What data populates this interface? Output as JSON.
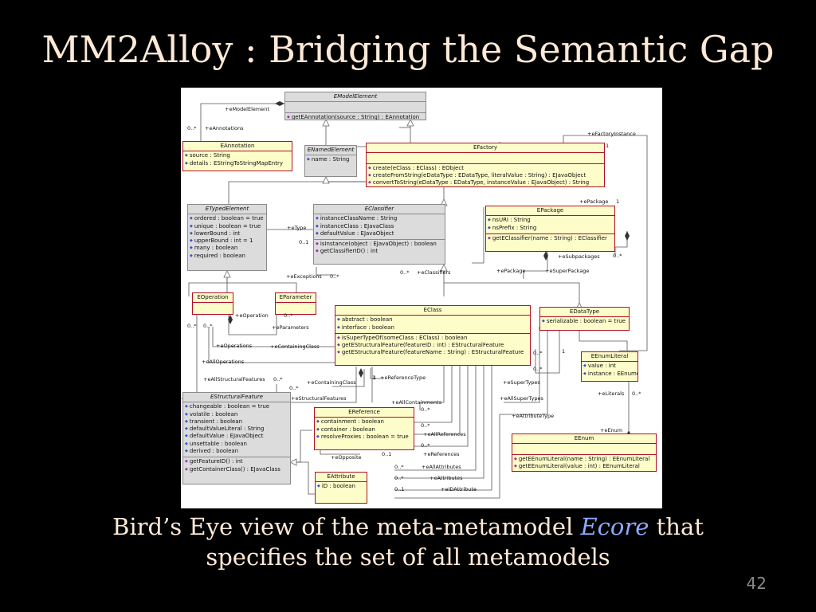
{
  "slide": {
    "title": "MM2Alloy : Bridging the Semantic Gap",
    "caption_before": "Bird’s Eye view of the meta-metamodel ",
    "caption_em": "Ecore",
    "caption_after": " that",
    "caption_line2": "specifies the set of  all metamodels",
    "page_number": "42"
  },
  "classes": {
    "emodelelement": {
      "name": "EModelElement",
      "attributes": [],
      "operations": [
        "getEAnnotation(source : String) : EAnnotation"
      ]
    },
    "eannotation": {
      "name": "EAnnotation",
      "attributes": [
        "source : String",
        "details : EStringToStringMapEntry"
      ],
      "operations": []
    },
    "enamedelement": {
      "name": "ENamedElement",
      "attributes": [
        "name : String"
      ],
      "operations": []
    },
    "efactory": {
      "name": "EFactory",
      "attributes": [],
      "operations": [
        "create(eClass : EClass) : EObject",
        "createFromString(eDataType : EDataType, literalValue : String) : EJavaObject",
        "convertToString(eDataType : EDataType, instanceValue : EJavaObject) : String"
      ]
    },
    "etypedelement": {
      "name": "ETypedElement",
      "attributes": [
        "ordered : boolean = true",
        "unique : boolean = true",
        "lowerBound : int",
        "upperBound : int = 1",
        "many : boolean",
        "required : boolean"
      ],
      "operations": []
    },
    "eclassifier": {
      "name": "EClassifier",
      "attributes": [
        "instanceClassName : String",
        "instanceClass : EJavaClass",
        "defaultValue : EJavaObject"
      ],
      "operations": [
        "isInstance(object : EJavaObject) : boolean",
        "getClassifierID() : int"
      ]
    },
    "epackage": {
      "name": "EPackage",
      "attributes": [
        "nsURI : String",
        "nsPrefix : String"
      ],
      "operations": [
        "getEClassifier(name : String) : EClassifier"
      ]
    },
    "eoperation": {
      "name": "EOperation",
      "attributes": [],
      "operations": []
    },
    "eparameter": {
      "name": "EParameter",
      "attributes": [],
      "operations": []
    },
    "eclass": {
      "name": "EClass",
      "attributes": [
        "abstract : boolean",
        "interface : boolean"
      ],
      "operations": [
        "isSuperTypeOf(someClass : EClass) : boolean",
        "getEStructuralFeature(featureID : int) : EStructuralFeature",
        "getEStructuralFeature(featureName : String) : EStructuralFeature"
      ]
    },
    "edatatype": {
      "name": "EDataType",
      "attributes": [
        "serializable : boolean = true"
      ],
      "operations": []
    },
    "eenumliteral": {
      "name": "EEnumLiteral",
      "attributes": [
        "value : int",
        "instance : EEnumerator"
      ],
      "operations": []
    },
    "estructuralfeature": {
      "name": "EStructuralFeature",
      "attributes": [
        "changeable : boolean = true",
        "volatile : boolean",
        "transient : boolean",
        "defaultValueLiteral : String",
        "defaultValue : EJavaObject",
        "unsettable : boolean",
        "derived : boolean"
      ],
      "operations": [
        "getFeatureID() : int",
        "getContainerClass() : EJavaClass"
      ]
    },
    "ereference": {
      "name": "EReference",
      "attributes": [
        "containment : boolean",
        "container : boolean",
        "resolveProxies : boolean = true"
      ],
      "operations": []
    },
    "eenum": {
      "name": "EEnum",
      "attributes": [],
      "operations": [
        "getEEnumLiteral(name : String) : EEnumLiteral",
        "getEEnumLiteral(value : int) : EEnumLiteral"
      ]
    },
    "eattribute": {
      "name": "EAttribute",
      "attributes": [
        "iD : boolean"
      ],
      "operations": []
    }
  },
  "labels": [
    "+eModelElement",
    "0..*",
    "+eAnnotations",
    "+eFactoryInstance",
    "1",
    "1",
    "+ePackage",
    "+eType",
    "0..1",
    "0..*",
    "+eSubpackages",
    "+eExceptions",
    "0..*",
    "0..*",
    "+eClassifiers",
    "+ePackage",
    "+eSuperPackage",
    "+eOperation",
    "0..*",
    "+eParameters",
    "0..*",
    "0..*",
    "+eOperations",
    "+eContainingClass",
    "+eAllOperations",
    "0..*",
    "0..*",
    "1",
    "+eAllStructuralFeatures",
    "0..*",
    "0..*",
    "+eContainingClass",
    "+eStructuralFeatures",
    "1",
    "+eReferenceType",
    "+eSuperTypes",
    "+eAllSuperTypes",
    "+eAllContainments",
    "0..*",
    "0..*",
    "+eAllReferences",
    "0..*",
    "+eReferences",
    "+eOpposite",
    "0..1",
    "0..*",
    "+eAllAttributes",
    "0..*",
    "+eAttributes",
    "0..1",
    "+eIDAttribute",
    "+eAttributeType",
    "1",
    "+eLiterals",
    "0..*",
    "+eEnum"
  ],
  "colors": {
    "background": "#000000",
    "title": "#fde9d6",
    "emphasis": "#8ea9ff",
    "class_fill": "#fdfdc9",
    "abstract_fill": "#dcdcdc",
    "class_border": "#b0102a"
  }
}
